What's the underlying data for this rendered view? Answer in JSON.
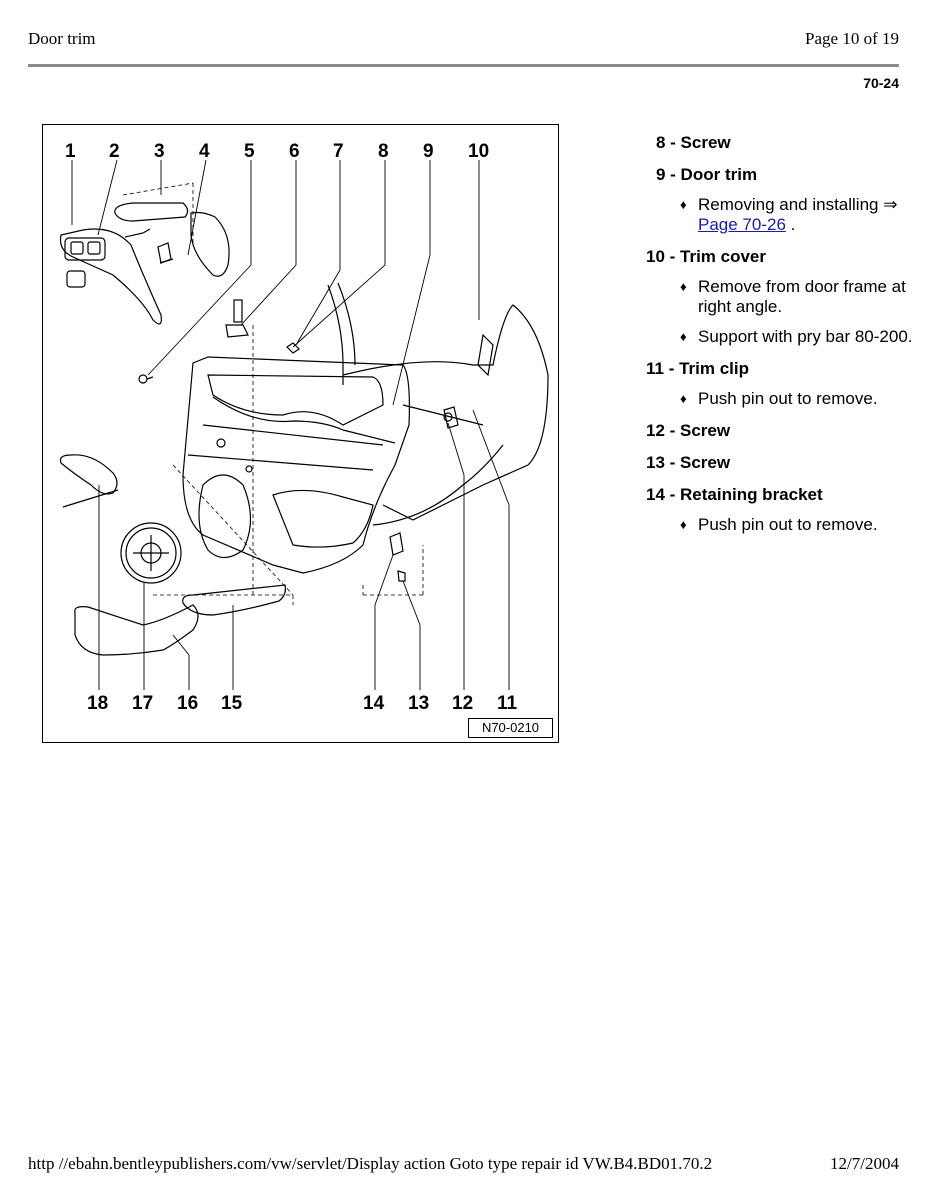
{
  "header": {
    "title": "Door trim",
    "page": "Page 10 of 19"
  },
  "section_code": "70-24",
  "figure": {
    "callouts_top": [
      "1",
      "2",
      "3",
      "4",
      "5",
      "6",
      "7",
      "8",
      "9",
      "10"
    ],
    "callouts_bottom": [
      "18",
      "17",
      "16",
      "15",
      "14",
      "13",
      "12",
      "11"
    ],
    "code": "N70-0210"
  },
  "legend": {
    "item8": "8 - Screw",
    "item9": "9 - Door trim",
    "item9_b1_text": "Removing and installing ⇒ ",
    "item9_b1_link": "Page 70-26",
    "item9_b1_tail": " .",
    "item10": "10 - Trim cover",
    "item10_b1": "Remove from door frame at right angle.",
    "item10_b2": "Support with pry bar 80-200.",
    "item11": "11 - Trim clip",
    "item11_b1": "Push pin out to remove.",
    "item12": "12 - Screw",
    "item13": "13 - Screw",
    "item14": "14 - Retaining bracket",
    "item14_b1": "Push pin out to remove.",
    "bullet_symbol": "♦"
  },
  "footer": {
    "url": "http //ebahn.bentleypublishers.com/vw/servlet/Display action Goto type repair id VW.B4.BD01.70.2",
    "date": "12/7/2004"
  }
}
